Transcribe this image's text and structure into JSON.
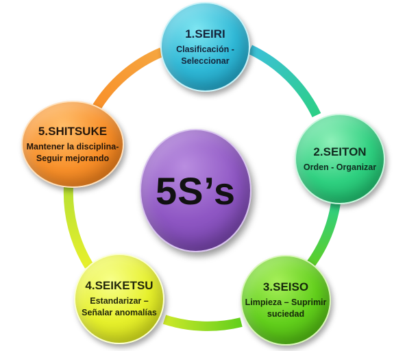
{
  "center": {
    "label": "5S’s"
  },
  "nodes": [
    {
      "title": "1.SEIRI",
      "description": "Clasificación - Seleccionar",
      "color": "#2fb8d6"
    },
    {
      "title": "2.SEITON",
      "description": "Orden - Organizar",
      "color": "#2fd080"
    },
    {
      "title": "3.SEISO",
      "description": "Limpieza – Suprimir suciedad",
      "color": "#62cf1c"
    },
    {
      "title": "4.SEIKETSU",
      "description": "Estandarizar – Señalar anomalías",
      "color": "#e6f02c"
    },
    {
      "title": "5.SHITSUKE",
      "description": "Mantener la disciplina- Seguir mejorando",
      "color": "#f8902a"
    }
  ],
  "center_color": "#8f57c4"
}
